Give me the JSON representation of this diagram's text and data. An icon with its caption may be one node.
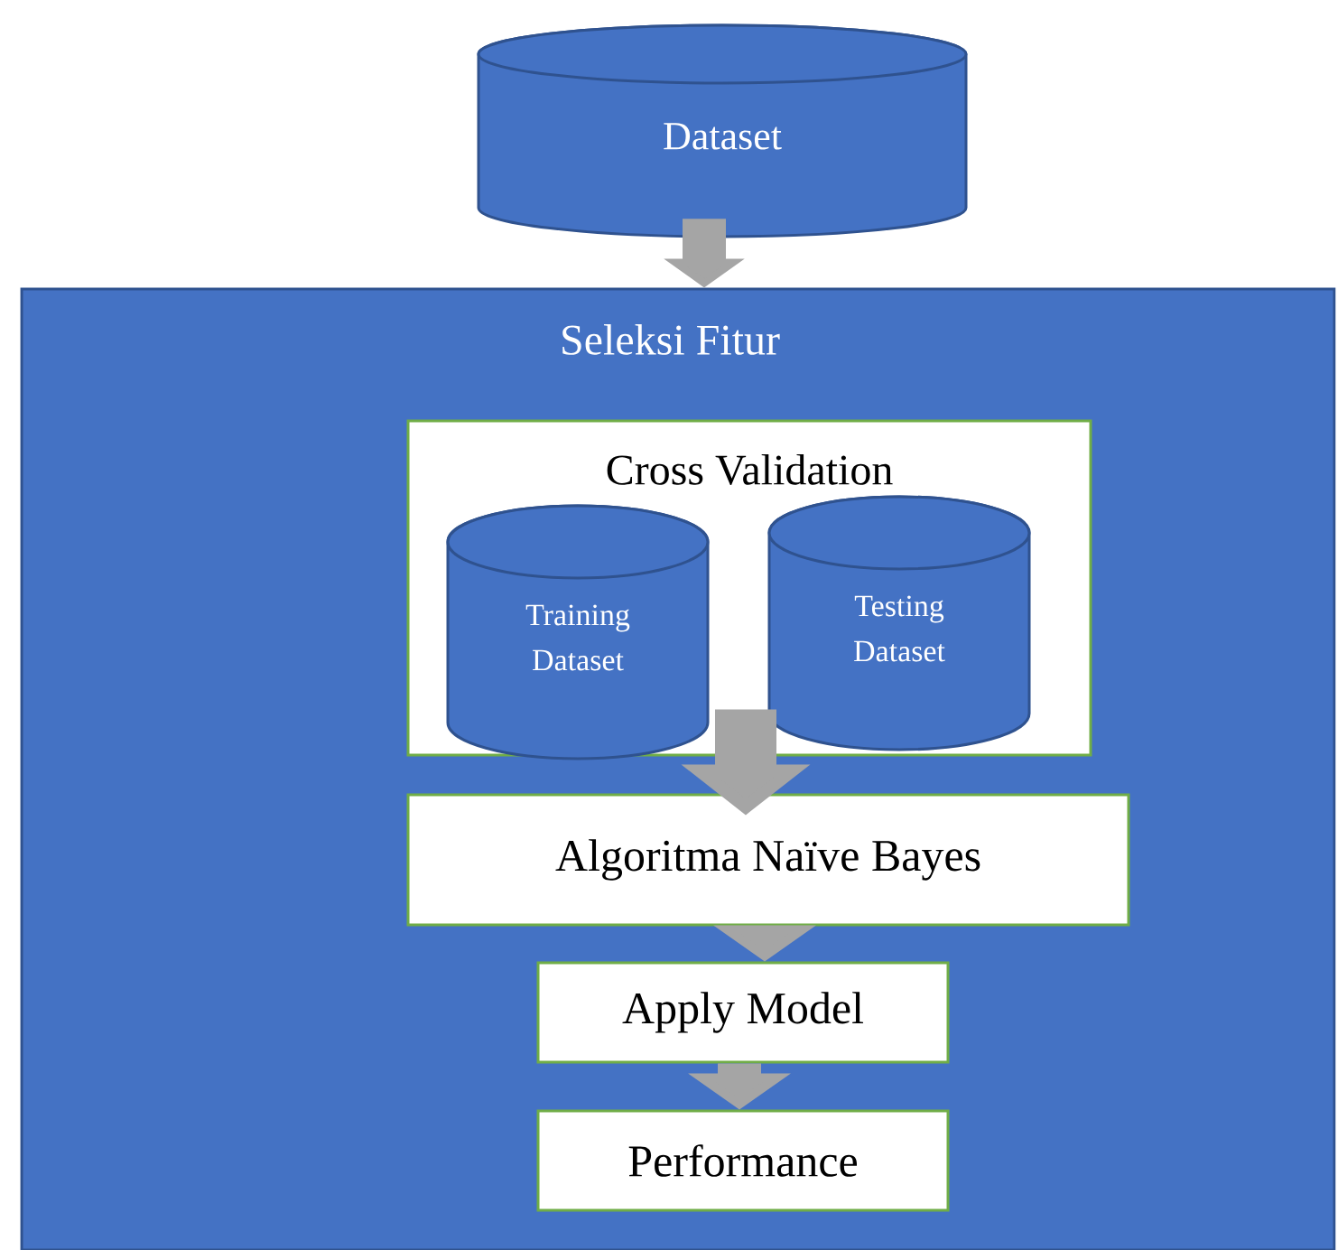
{
  "diagram": {
    "nodes": [
      {
        "text": [
          "Dataset"
        ]
      },
      {
        "text": [
          "Seleksi Fitur"
        ]
      },
      {
        "text": [
          "Cross Validation"
        ],
        "in": 1
      },
      {
        "text": [
          "Training Dataset"
        ],
        "in": 2
      },
      {
        "text": [
          "Testing Dataset"
        ],
        "in": 2
      },
      {
        "text": [
          "Algoritma Naïve Bayes"
        ],
        "in": 1
      },
      {
        "text": [
          "Apply Model"
        ],
        "in": 1
      },
      {
        "text": [
          "Performance"
        ],
        "in": 1
      }
    ],
    "edges": [
      {
        "from": 0,
        "to": 1,
        "arrow": "to"
      },
      {
        "from": 2,
        "to": 5,
        "arrow": "to"
      },
      {
        "from": 5,
        "to": 6,
        "arrow": "to"
      },
      {
        "from": 6,
        "to": 7,
        "arrow": "to"
      }
    ]
  }
}
